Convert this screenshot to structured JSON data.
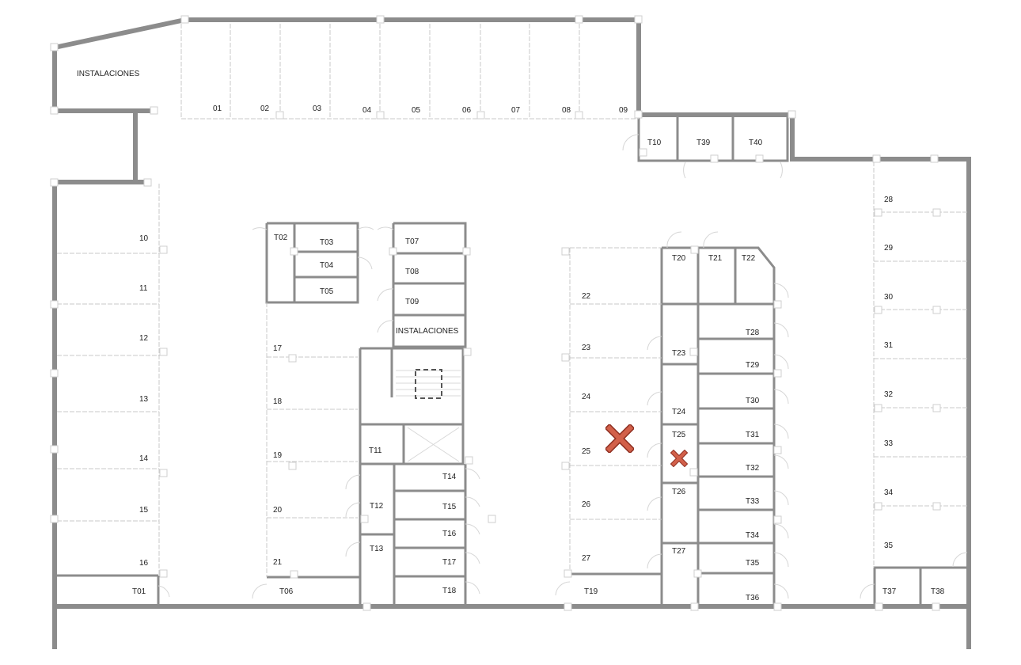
{
  "plan": {
    "wall_color": "#8c8c8c",
    "thin_color": "#bdbdbd",
    "marker_color": "#c94f3d"
  },
  "labels": {
    "inst_top": "INSTALACIONES",
    "inst_mid": "INSTALACIONES",
    "p01": "01",
    "p02": "02",
    "p03": "03",
    "p04": "04",
    "p05": "05",
    "p06": "06",
    "p07": "07",
    "p08": "08",
    "p09": "09",
    "p10": "10",
    "p11": "11",
    "p12": "12",
    "p13": "13",
    "p14": "14",
    "p15": "15",
    "p16": "16",
    "p17": "17",
    "p18": "18",
    "p19": "19",
    "p20": "20",
    "p21": "21",
    "p22": "22",
    "p23": "23",
    "p24": "24",
    "p25": "25",
    "p26": "26",
    "p27": "27",
    "p28": "28",
    "p29": "29",
    "p30": "30",
    "p31": "31",
    "p32": "32",
    "p33": "33",
    "p34": "34",
    "p35": "35",
    "t01": "T01",
    "t02": "T02",
    "t03": "T03",
    "t04": "T04",
    "t05": "T05",
    "t06": "T06",
    "t07": "T07",
    "t08": "T08",
    "t09": "T09",
    "t10": "T10",
    "t11": "T11",
    "t12": "T12",
    "t13": "T13",
    "t14": "T14",
    "t15": "T15",
    "t16": "T16",
    "t17": "T17",
    "t18": "T18",
    "t19": "T19",
    "t20": "T20",
    "t21": "T21",
    "t22": "T22",
    "t23": "T23",
    "t24": "T24",
    "t25": "T25",
    "t26": "T26",
    "t27": "T27",
    "t28": "T28",
    "t29": "T29",
    "t30": "T30",
    "t31": "T31",
    "t32": "T32",
    "t33": "T33",
    "t34": "T34",
    "t35": "T35",
    "t36": "T36",
    "t37": "T37",
    "t38": "T38",
    "t39": "T39",
    "t40": "T40"
  },
  "markers": [
    {
      "name": "selected-parking-25",
      "target": "25"
    },
    {
      "name": "selected-storage-t25",
      "target": "T25"
    }
  ]
}
